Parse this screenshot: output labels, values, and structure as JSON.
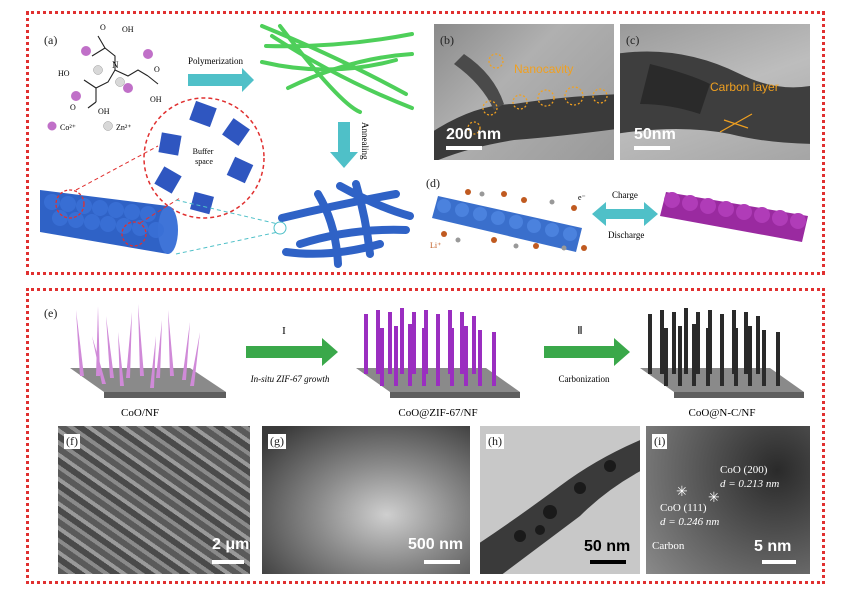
{
  "panel_a": {
    "label": "(a)",
    "polymerization": "Polymerization",
    "annealing": "Annealing",
    "buffer_space": "Buffer\nspace",
    "co_ion": "Co²⁺",
    "zn_ion": "Zn²⁺",
    "molecule": {
      "oh1": "OH",
      "oh2": "OH",
      "oh3": "OH",
      "o1": "O",
      "o2": "O",
      "o3": "O",
      "n": "N",
      "ho": "HO"
    }
  },
  "panel_b": {
    "label": "(b)",
    "annotation": "Nanocavity",
    "scale": "200 nm"
  },
  "panel_c": {
    "label": "(c)",
    "annotation": "Carbon layer",
    "scale": "50nm"
  },
  "panel_d": {
    "label": "(d)",
    "li": "Li⁺",
    "electron": "e⁻",
    "charge": "Charge",
    "discharge": "Discharge"
  },
  "panel_e": {
    "label": "(e)",
    "step1": "I",
    "step1_text": "In-situ ZIF-67 growth",
    "step2": "Ⅱ",
    "step2_text": "Carbonization",
    "cap1": "CoO/NF",
    "cap2": "CoO@ZIF-67/NF",
    "cap3": "CoO@N-C/NF"
  },
  "panel_f": {
    "label": "(f)",
    "scale": "2 μm"
  },
  "panel_g": {
    "label": "(g)",
    "scale": "500 nm"
  },
  "panel_h": {
    "label": "(h)",
    "scale": "50 nm"
  },
  "panel_i": {
    "label": "(i)",
    "scale": "5 nm",
    "coo200": "CoO (200)",
    "d200": "d = 0.213 nm",
    "coo111": "CoO (111)",
    "d111": "d = 0.246 nm",
    "carbon": "Carbon"
  },
  "colors": {
    "border": "#e03030",
    "arrow": "#4fc0c8",
    "green_arrow": "#3aa84a",
    "fiber_blue": "#2f5fc0",
    "fiber_purple": "#a020a0",
    "spike_pink": "#d08ad8"
  }
}
